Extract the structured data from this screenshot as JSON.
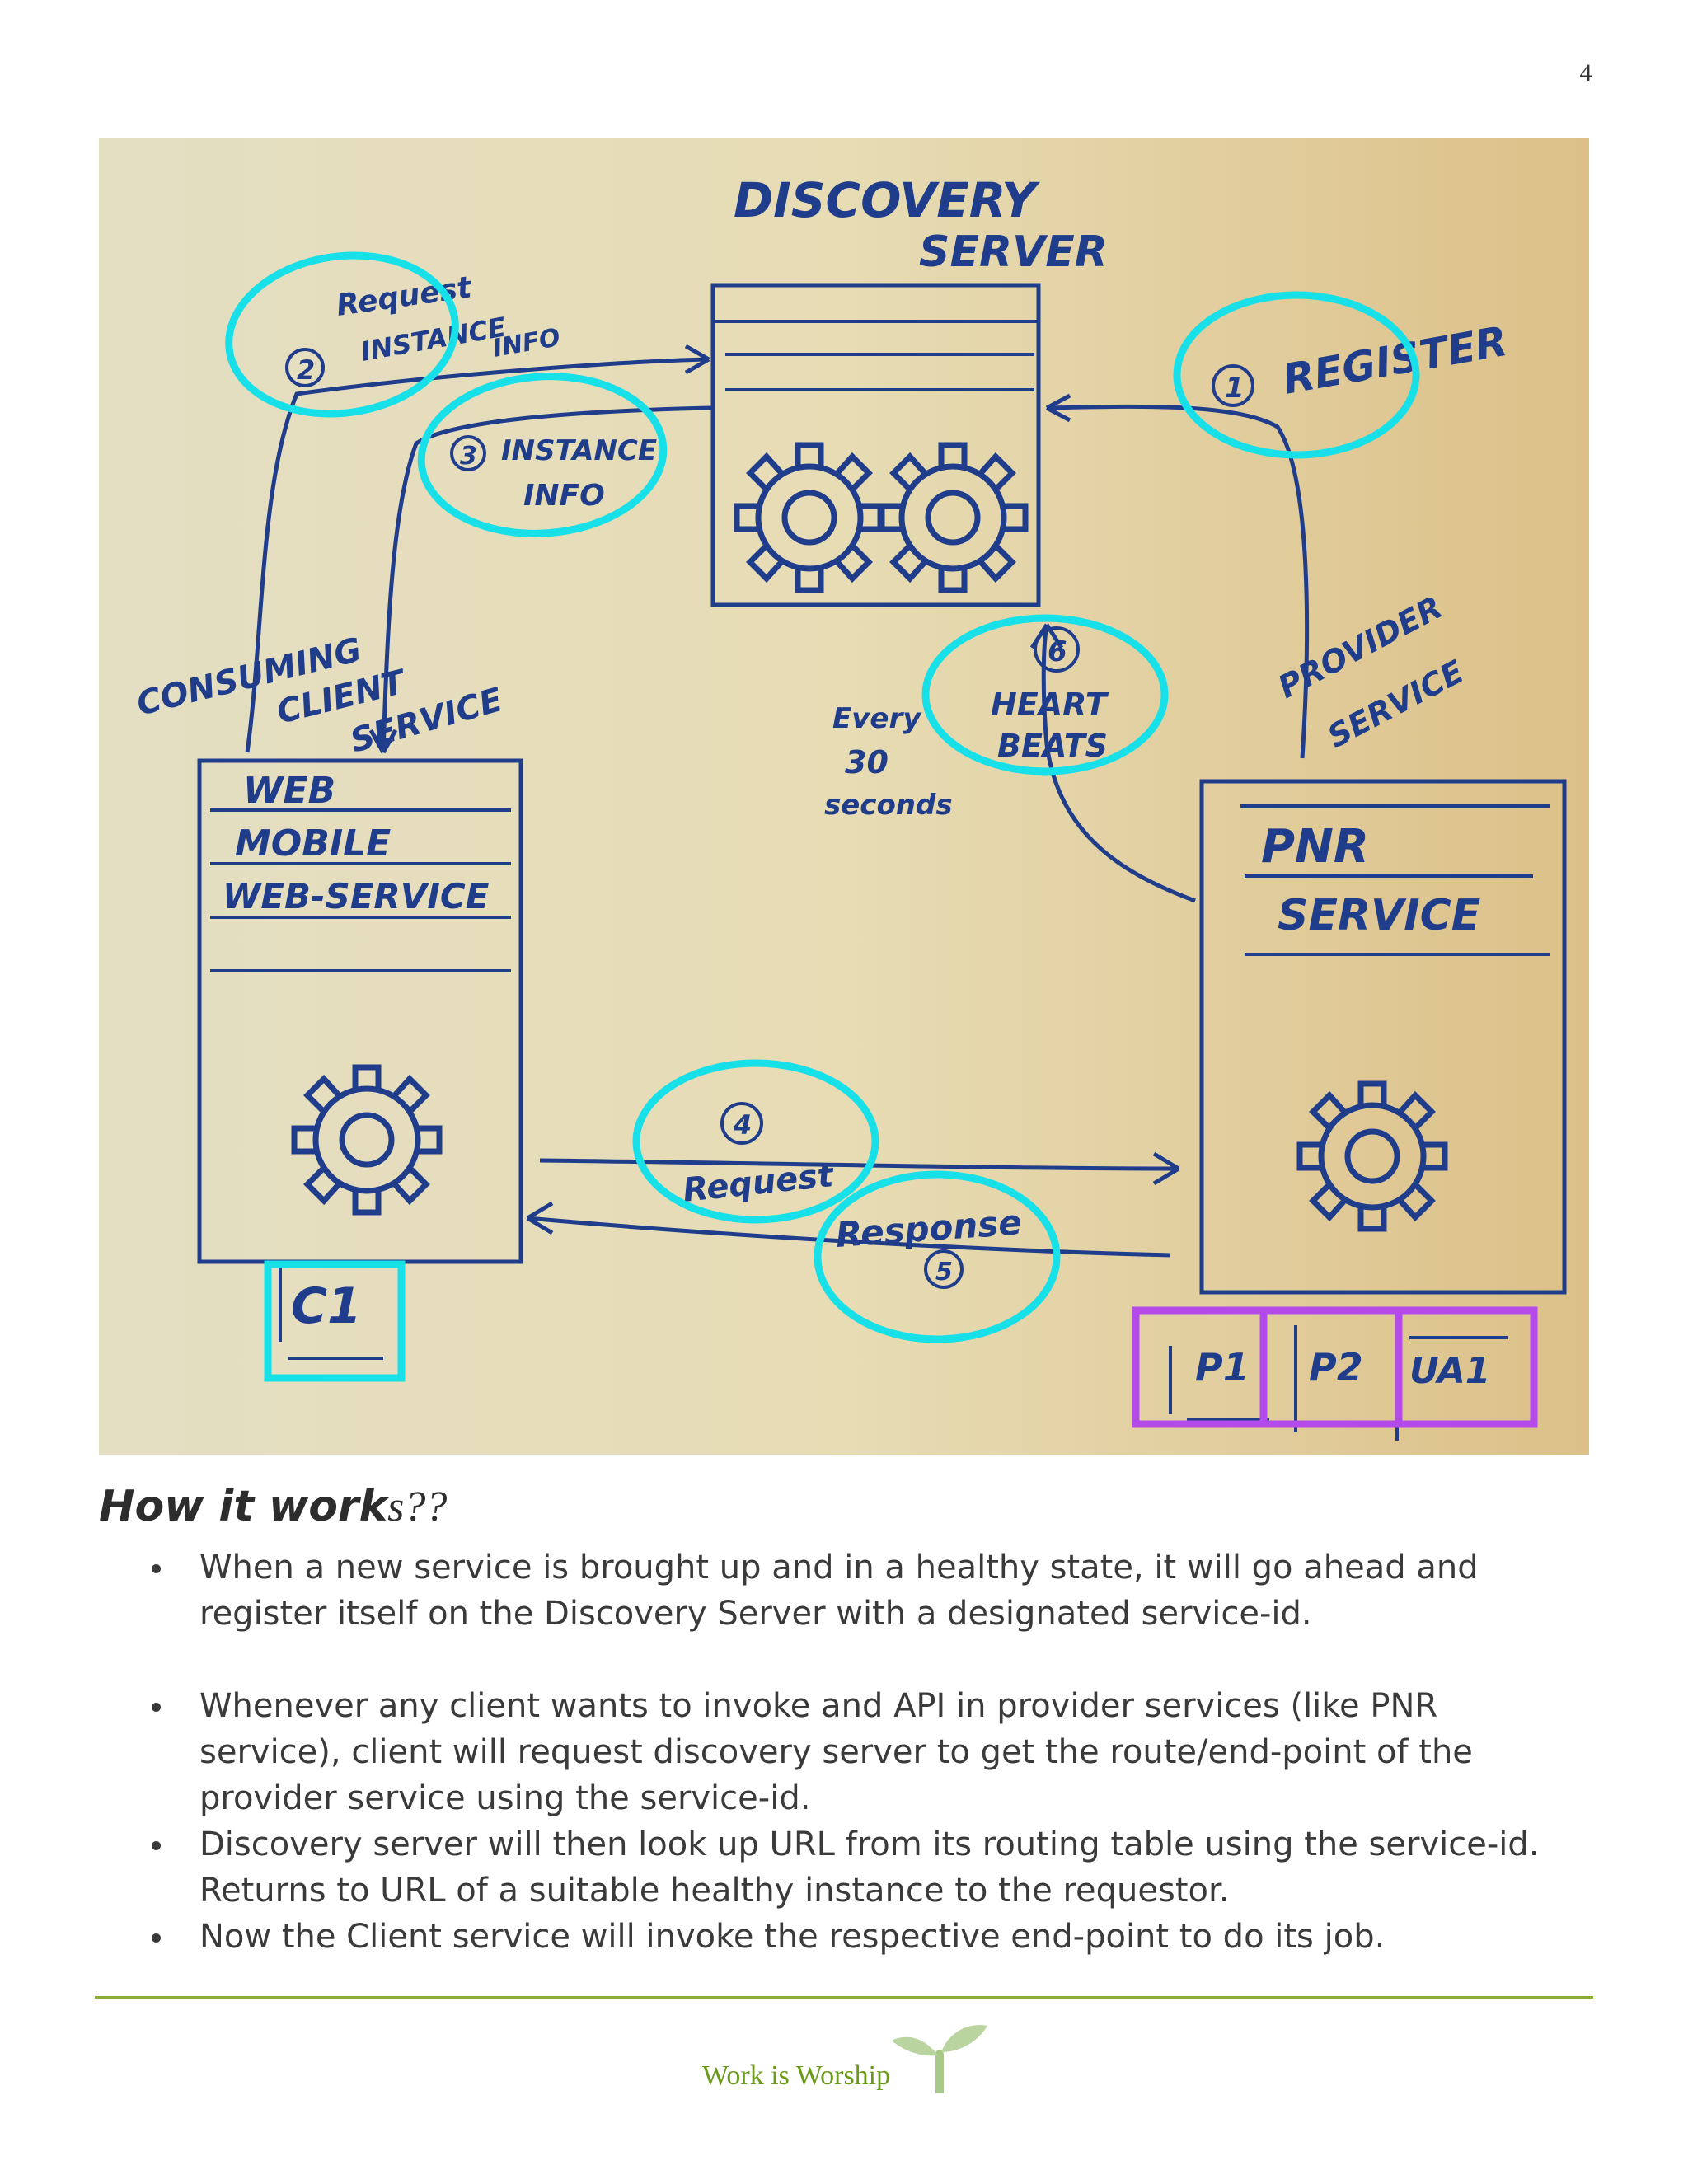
{
  "page": {
    "number": "4"
  },
  "diagram": {
    "server_title_1": "DISCOVERY",
    "server_title_2": "SERVER",
    "step1": "1",
    "register": "REGISTER",
    "step2": "2",
    "request_instance_1": "Request",
    "request_instance_2": "INSTANCE",
    "request_instance_3": "INFO",
    "step3": "3",
    "instance_info_1": "INSTANCE",
    "instance_info_2": "INFO",
    "consuming_1": "CONSUMING",
    "consuming_2": "CLIENT",
    "consuming_3": "SERVICE",
    "client_row1": "WEB",
    "client_row2": "MOBILE",
    "client_row3": "WEB-SERVICE",
    "step6": "6",
    "heartbeats_1": "HEART",
    "heartbeats_2": "BEATS",
    "every_1": "Every",
    "every_2": "30",
    "every_3": "seconds",
    "provider_1": "PROVIDER",
    "provider_2": "SERVICE",
    "pnr_1": "PNR",
    "pnr_2": "SERVICE",
    "step4": "4",
    "request": "Request",
    "response": "Response",
    "step5": "5",
    "c1": "C1",
    "p1": "P1",
    "p2": "P2",
    "ua1": "UA1",
    "colors": {
      "ink": "#1f3d8a",
      "cyan": "#18e0e8",
      "purple": "#b44be8",
      "paper": "#e6dbb6"
    }
  },
  "section": {
    "heading_bold": "How it work",
    "heading_tail": "s??",
    "bullets": [
      "When a new service is brought up and in a healthy state, it will go ahead and register itself on the Discovery Server with a designated service-id.",
      "Whenever any client wants to invoke and API in provider services (like PNR service), client will request discovery server to get the route/end-point of the provider service using the service-id.",
      "Discovery server will then look up URL from its routing table using the service-id. Returns to URL of a suitable healthy instance to the requestor.",
      "Now the Client service will invoke the respective end-point to do its job."
    ]
  },
  "footer": {
    "motto": "Work is Worship",
    "logo_icon": "sprout-icon"
  }
}
